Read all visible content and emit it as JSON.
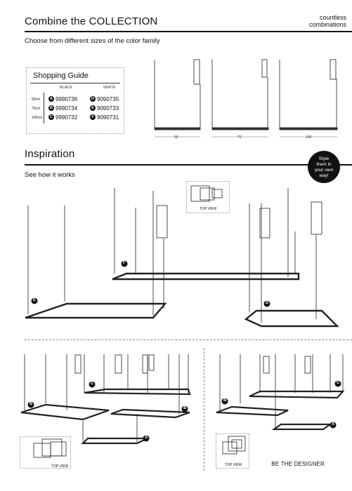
{
  "header": {
    "title": "Combine the COLLECTION",
    "side_note_line1": "countless",
    "side_note_line2": "combinations",
    "subtitle": "Choose from different sizes of the color family"
  },
  "shopping_guide": {
    "title": "Shopping Guide",
    "col_black": "BLACK",
    "col_white": "WHITE",
    "rows": [
      {
        "size": "50cm",
        "black_badge": "A",
        "black_code": "9990736",
        "white_badge": "D",
        "white_code": "9090735"
      },
      {
        "size": "75cm",
        "black_badge": "B",
        "black_code": "9990734",
        "white_badge": "E",
        "white_code": "9090733"
      },
      {
        "size": "100cm",
        "black_badge": "C",
        "black_code": "9990732",
        "white_badge": "F",
        "white_code": "9090731"
      }
    ]
  },
  "sizes": {
    "s50": "50",
    "s75": "75",
    "s100": "100"
  },
  "inspiration": {
    "title": "Inspiration",
    "subtitle": "See how it works",
    "bubble_line1": "Style",
    "bubble_line2": "them in",
    "bubble_line3": "your own",
    "bubble_line4": "way!",
    "top_view": "TOP VIEW",
    "labels": {
      "f": "F",
      "e": "E",
      "d": "D"
    }
  },
  "examples": {
    "left_top_view": "TOP VIEW",
    "right_top_view": "TOP VIEW",
    "left_labels": {
      "c": "C",
      "b1": "B",
      "b2": "B",
      "a": "A"
    },
    "right_labels": {
      "b": "B",
      "c": "C",
      "a": "A"
    }
  },
  "footer": {
    "tagline": "BE THE DESIGNER"
  }
}
